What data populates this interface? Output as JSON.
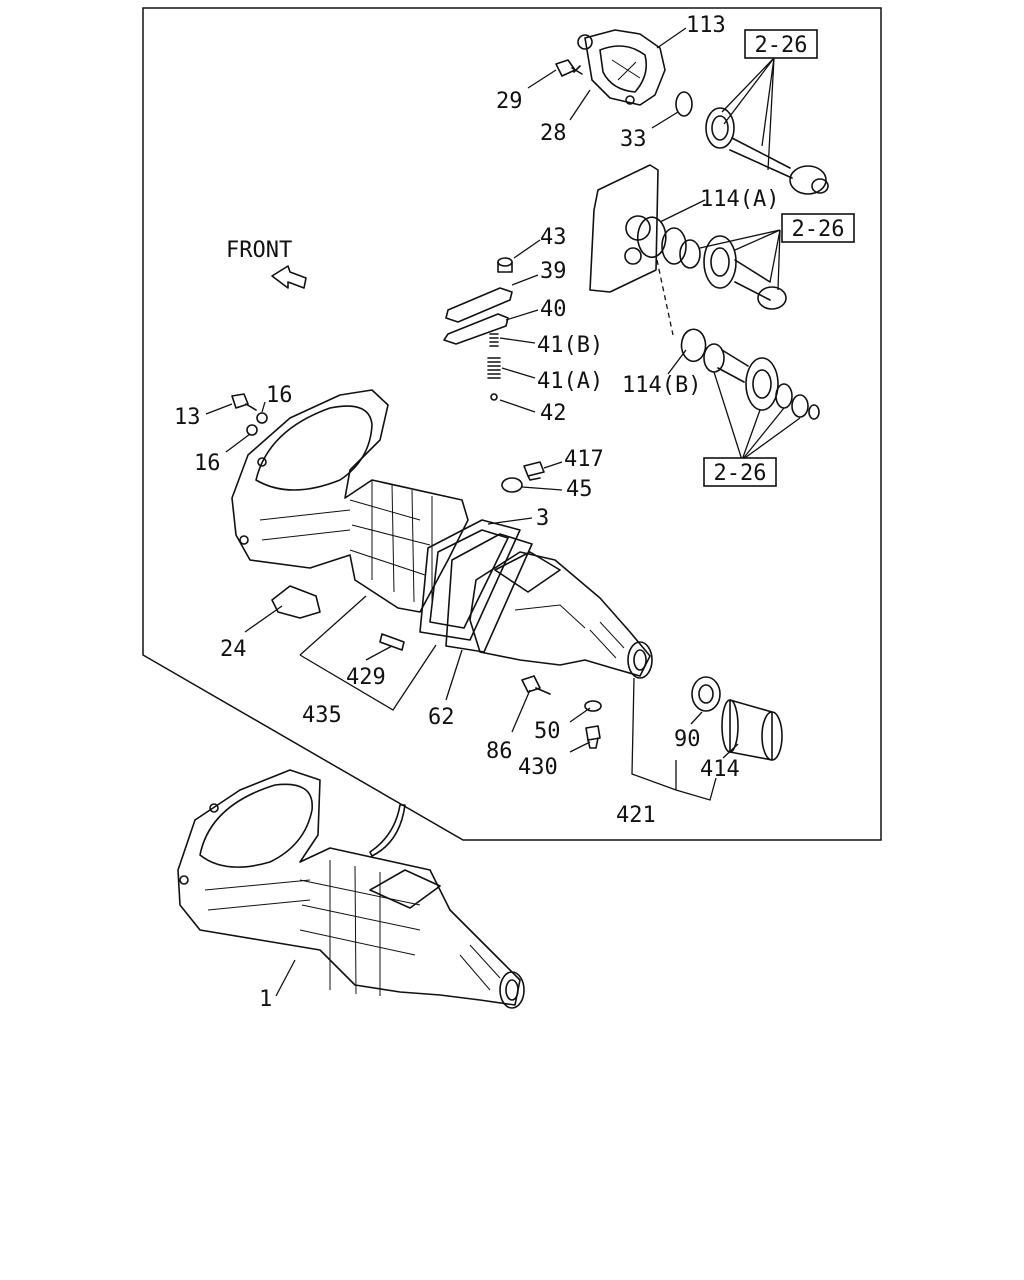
{
  "front_label": "FRONT",
  "labels": {
    "p113": "113",
    "p29": "29",
    "p28": "28",
    "p33": "33",
    "p114a": "114(A)",
    "p43": "43",
    "p39": "39",
    "p40": "40",
    "p41b": "41(B)",
    "p41a": "41(A)",
    "p42": "42",
    "p114b": "114(B)",
    "p13": "13",
    "p16a": "16",
    "p16b": "16",
    "p417": "417",
    "p45": "45",
    "p3": "3",
    "p24": "24",
    "p429": "429",
    "p435": "435",
    "p62": "62",
    "p86": "86",
    "p50": "50",
    "p430": "430",
    "p90": "90",
    "p414": "414",
    "p421": "421",
    "p1": "1"
  },
  "refs": {
    "r1": "2-26",
    "r2": "2-26",
    "r3": "2-26"
  }
}
